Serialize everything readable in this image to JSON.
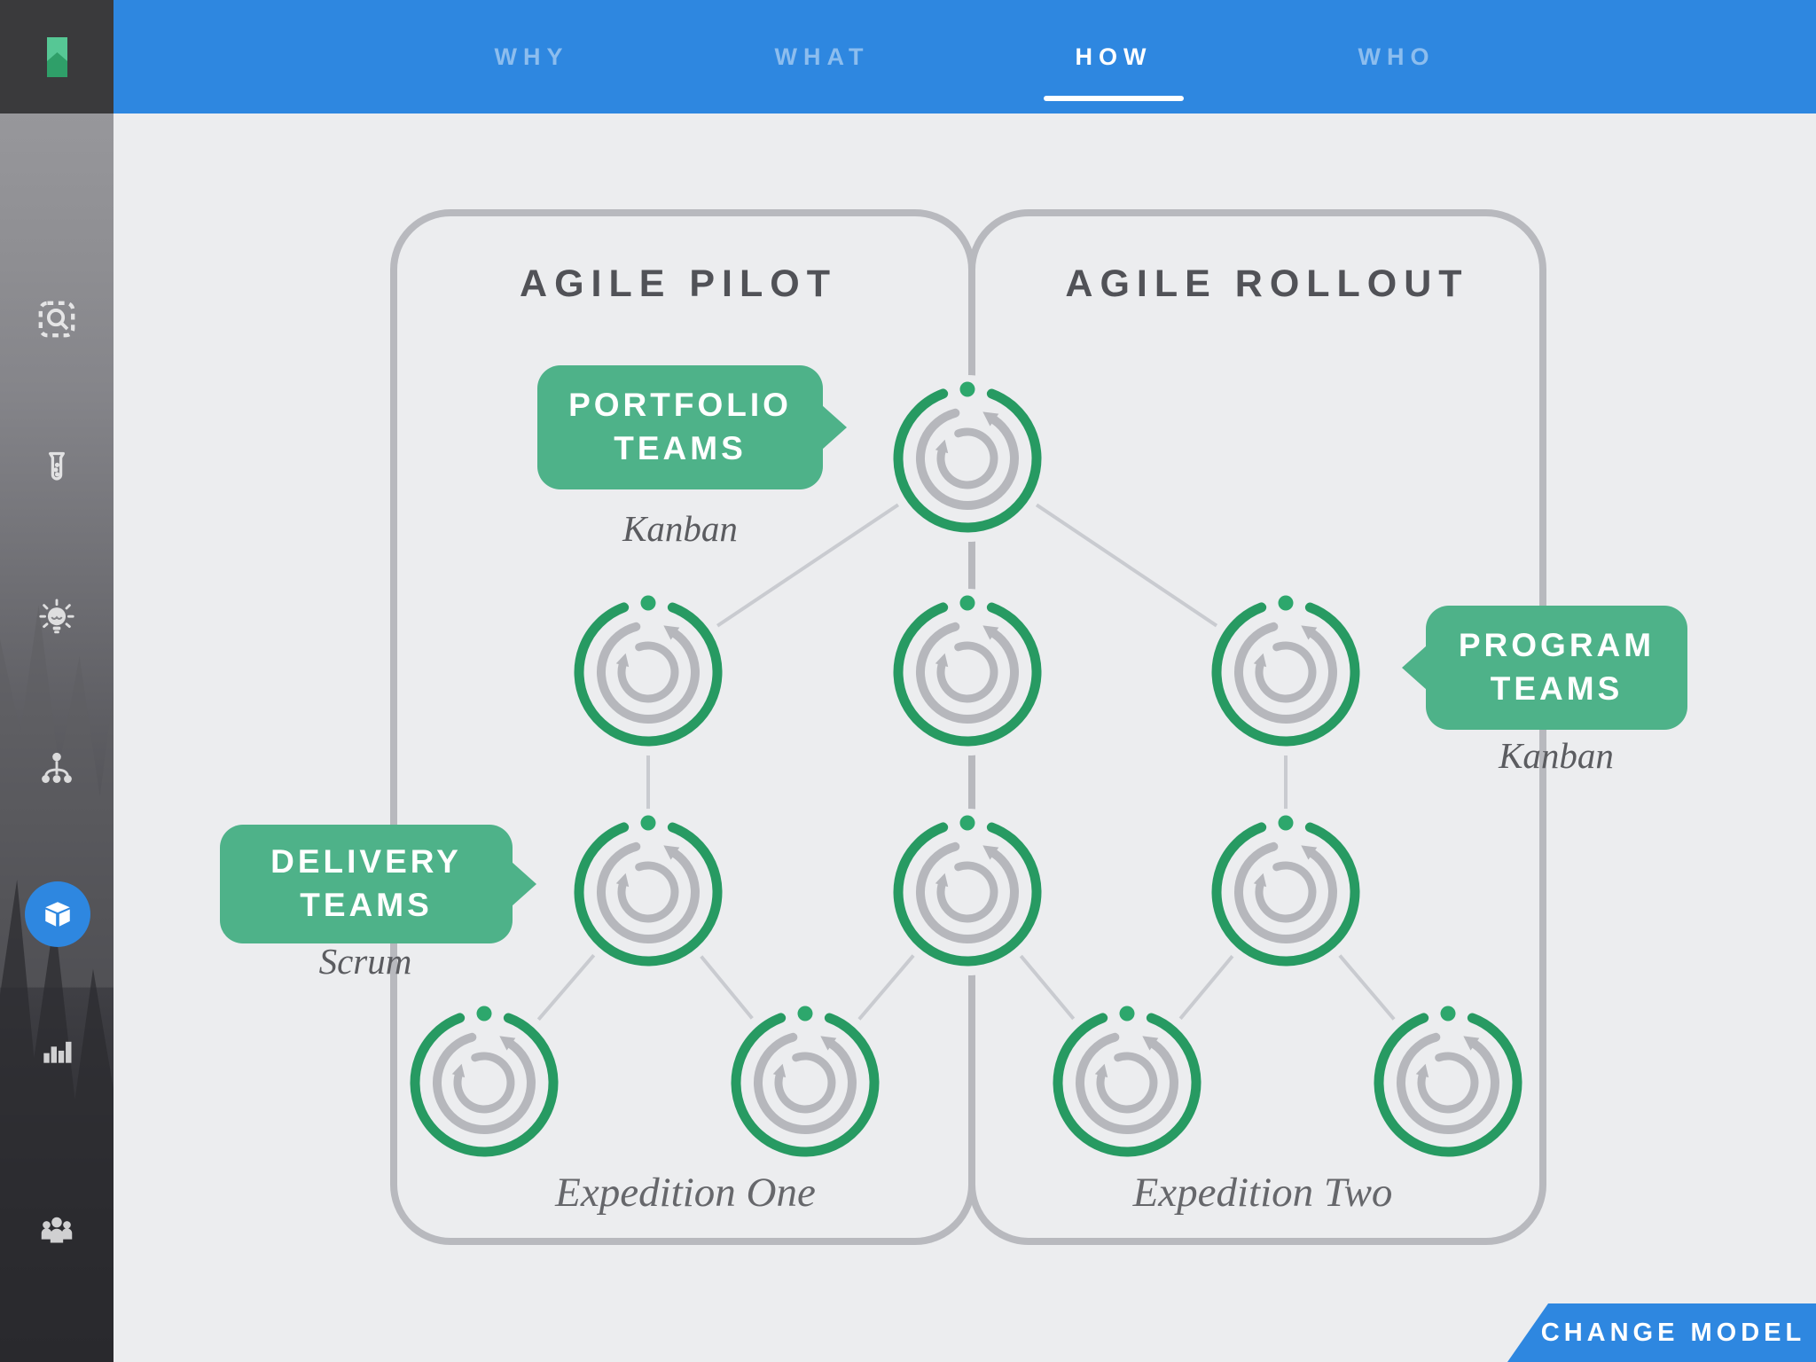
{
  "nav": {
    "tabs": [
      {
        "label": "WHY",
        "active": false
      },
      {
        "label": "WHAT",
        "active": false
      },
      {
        "label": "HOW",
        "active": true
      },
      {
        "label": "WHO",
        "active": false
      }
    ]
  },
  "sidebar": {
    "logo": "green-bookmark-logo",
    "icons": [
      "scan-search",
      "test-tube",
      "lightbulb-idea",
      "hierarchy-tree",
      "cube",
      "bar-chart",
      "people-group",
      "knowledge-head"
    ],
    "active_icon": "cube"
  },
  "diagram": {
    "panels": [
      {
        "title": "AGILE PILOT",
        "footer": "Expedition One"
      },
      {
        "title": "AGILE ROLLOUT",
        "footer": "Expedition Two"
      }
    ],
    "callouts": [
      {
        "line1": "PORTFOLIO",
        "line2": "TEAMS",
        "method": "Kanban",
        "points": "right"
      },
      {
        "line1": "PROGRAM",
        "line2": "TEAMS",
        "method": "Kanban",
        "points": "left"
      },
      {
        "line1": "DELIVERY",
        "line2": "TEAMS",
        "method": "Scrum",
        "points": "right"
      }
    ],
    "node_icon": "iteration-cycle",
    "node_count": 11
  },
  "action_button": {
    "label": "CHANGE MODEL"
  },
  "colors": {
    "topbar_blue": "#2e87e0",
    "callout_green": "#4eb289",
    "ring_green": "#279a62",
    "arrow_gray": "#b6b7bc",
    "panel_border": "#b8b9be",
    "background": "#ecedef"
  }
}
